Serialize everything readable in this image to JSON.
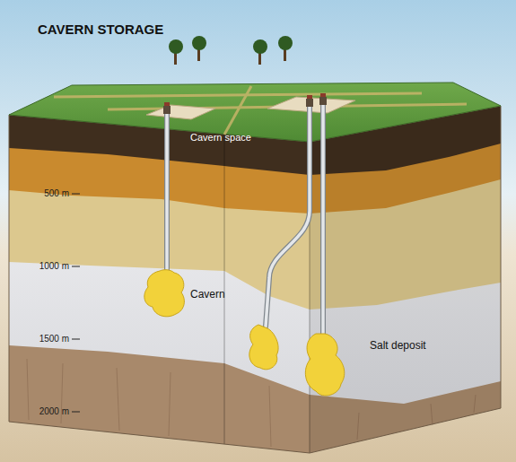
{
  "diagram": {
    "title": "CAVERN STORAGE",
    "labels": [
      "Cavern space",
      "500 m",
      "1000 m",
      "Cavern",
      "1500 m",
      "Salt deposit",
      "2000 m"
    ]
  }
}
